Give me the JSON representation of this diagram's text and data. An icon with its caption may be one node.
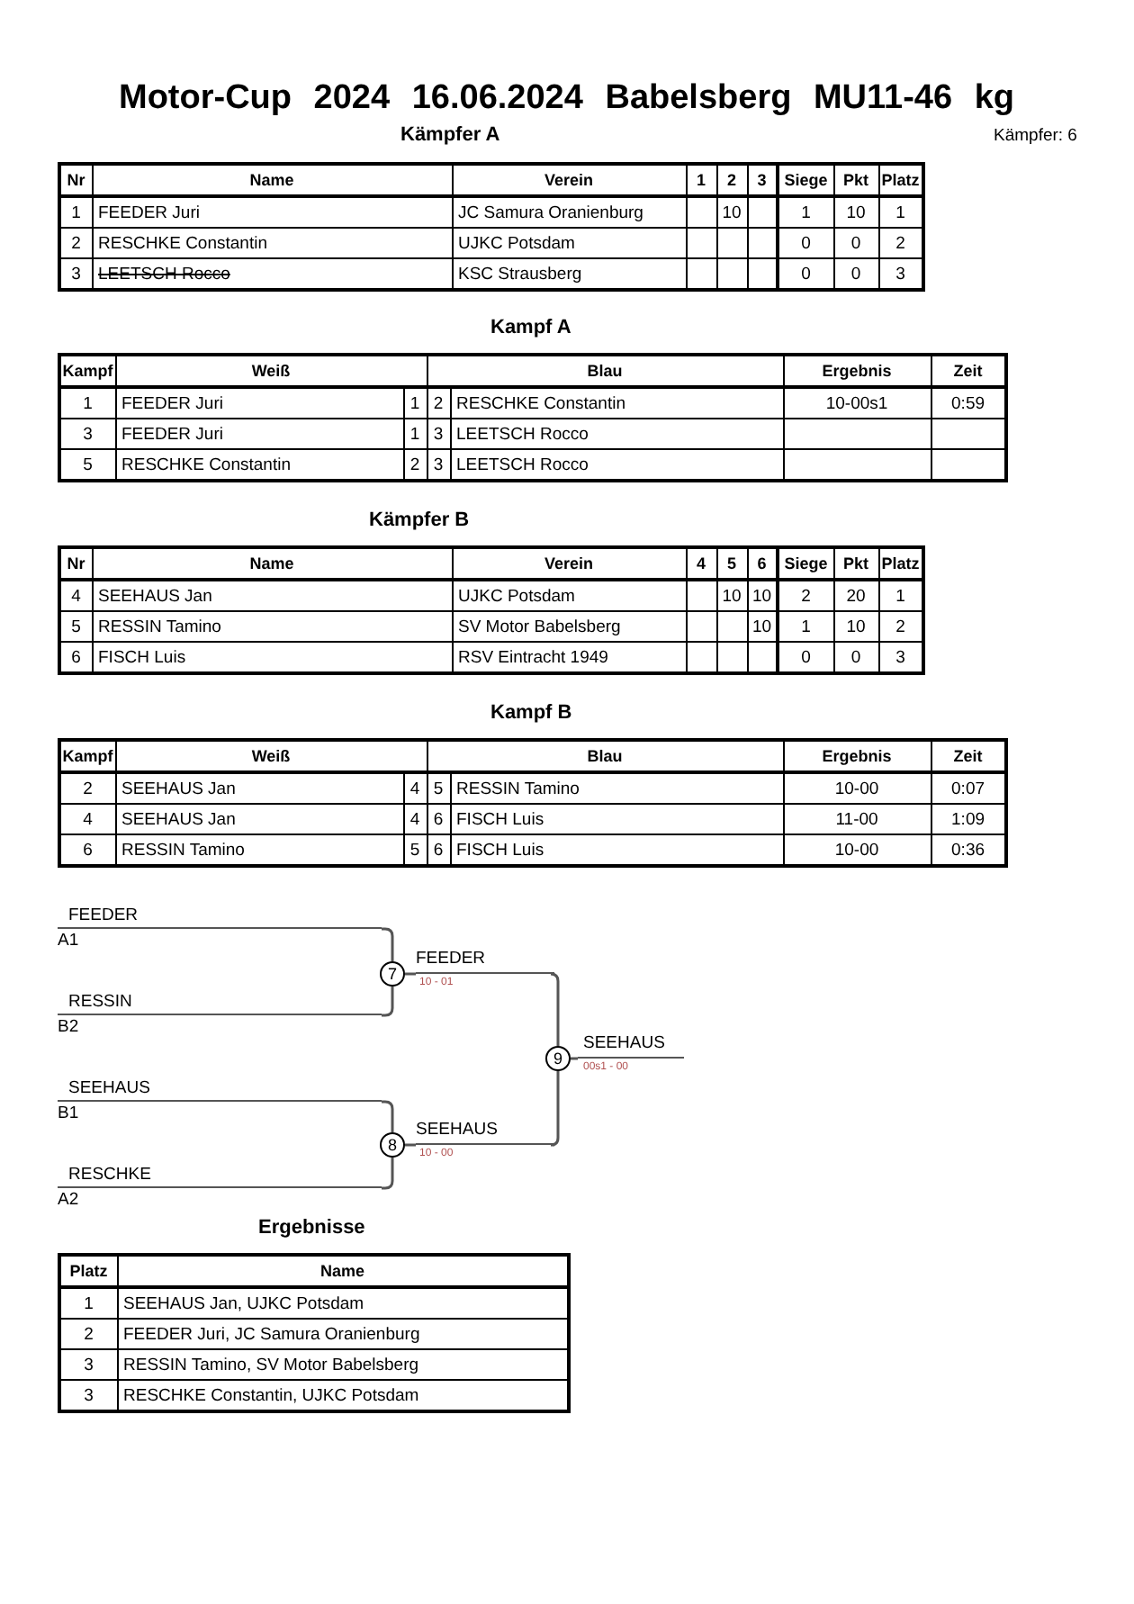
{
  "diagram": {
    "title": "Motor-Cup 2024 16.06.2024 Babelsberg MU11-46 kg",
    "nodes": [
      {
        "text": [
          "FEEDER"
        ],
        "beside": [
          "A1"
        ]
      },
      {
        "text": [
          "RESSIN"
        ],
        "beside": [
          "B2"
        ]
      },
      {
        "text": [
          "SEEHAUS"
        ],
        "beside": [
          "B1"
        ]
      },
      {
        "text": [
          "RESCHKE"
        ],
        "beside": [
          "A2"
        ]
      },
      {
        "text": [
          "7"
        ]
      },
      {
        "text": [
          "8"
        ]
      },
      {
        "text": [
          "FEEDER"
        ],
        "beside": [
          "10 - 01"
        ]
      },
      {
        "text": [
          "SEEHAUS"
        ],
        "beside": [
          "10 - 00"
        ]
      },
      {
        "text": [
          "9"
        ]
      },
      {
        "text": [
          "SEEHAUS"
        ],
        "beside": [
          "00s1 - 00"
        ]
      }
    ],
    "edges": [
      {
        "from": 0,
        "to": 4,
        "arrow": "none"
      },
      {
        "from": 1,
        "to": 4,
        "arrow": "none"
      },
      {
        "from": 2,
        "to": 5,
        "arrow": "none"
      },
      {
        "from": 3,
        "to": 5,
        "arrow": "none"
      },
      {
        "from": 4,
        "to": 6,
        "arrow": "none"
      },
      {
        "from": 5,
        "to": 7,
        "arrow": "none"
      },
      {
        "from": 6,
        "to": 8,
        "arrow": "none"
      },
      {
        "from": 7,
        "to": 8,
        "arrow": "none"
      },
      {
        "from": 8,
        "to": 9,
        "arrow": "none"
      }
    ],
    "labels": [
      "Kämpfer A",
      "Kämpfer: 6",
      "Nr",
      "Name",
      "Verein",
      "1",
      "2",
      "3",
      "Siege",
      "Pkt",
      "Platz",
      "1",
      "FEEDER Juri",
      "JC Samura Oranienburg",
      "10",
      "1",
      "10",
      "1",
      "2",
      "RESCHKE Constantin",
      "UJKC Potsdam",
      "0",
      "0",
      "2",
      "3",
      "LEETSCH Rocco",
      "KSC Strausberg",
      "0",
      "0",
      "3",
      "Kampf A",
      "Kampf",
      "Weiß",
      "Blau",
      "Ergebnis",
      "Zeit",
      "1",
      "FEEDER Juri",
      "1",
      "2",
      "RESCHKE Constantin",
      "10-00s1",
      "0:59",
      "3",
      "FEEDER Juri",
      "1",
      "3",
      "LEETSCH Rocco",
      "5",
      "RESCHKE Constantin",
      "2",
      "3",
      "LEETSCH Rocco",
      "Kämpfer B",
      "Nr",
      "Name",
      "Verein",
      "4",
      "5",
      "6",
      "Siege",
      "Pkt",
      "Platz",
      "4",
      "SEEHAUS Jan",
      "UJKC Potsdam",
      "10",
      "10",
      "2",
      "20",
      "1",
      "5",
      "RESSIN Tamino",
      "SV Motor Babelsberg",
      "10",
      "1",
      "10",
      "2",
      "6",
      "FISCH Luis",
      "RSV Eintracht 1949",
      "0",
      "0",
      "3",
      "Kampf B",
      "Kampf",
      "Weiß",
      "Blau",
      "Ergebnis",
      "Zeit",
      "2",
      "SEEHAUS Jan",
      "4",
      "5",
      "RESSIN Tamino",
      "10-00",
      "0:07",
      "4",
      "SEEHAUS Jan",
      "4",
      "6",
      "FISCH Luis",
      "11-00",
      "1:09",
      "6",
      "RESSIN Tamino",
      "5",
      "6",
      "FISCH Luis",
      "10-00",
      "0:36",
      "Ergebnisse",
      "Platz",
      "Name",
      "1",
      "SEEHAUS Jan, UJKC Potsdam",
      "2",
      "FEEDER Juri, JC Samura Oranienburg",
      "3",
      "RESSIN Tamino, SV Motor Babelsberg",
      "3",
      "RESCHKE Constantin, UJKC Potsdam"
    ]
  }
}
